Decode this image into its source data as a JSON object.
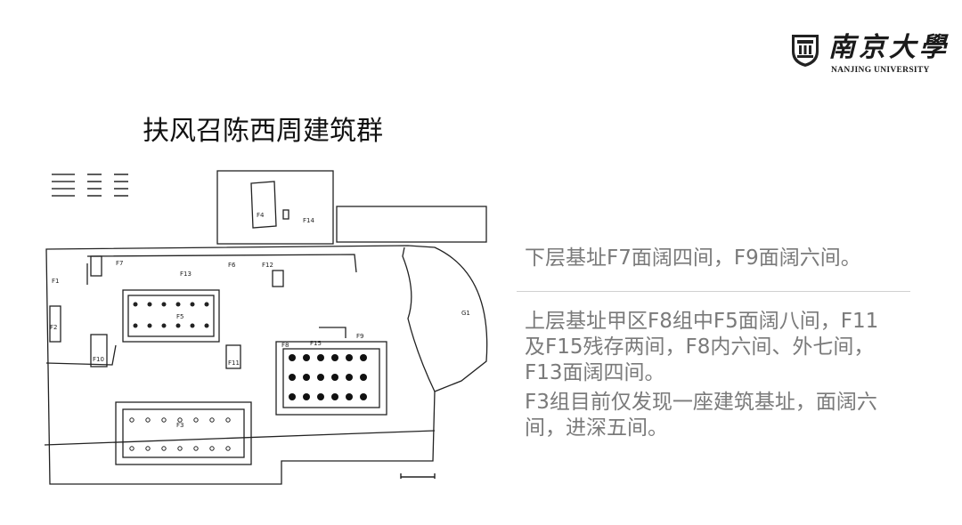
{
  "logo": {
    "name_cn": "南京大學",
    "name_en": "NANJING UNIVERSITY",
    "icon": "university-crest-icon"
  },
  "slide": {
    "title": "扶风召陈西周建筑群",
    "figure": {
      "description_icon": "archaeological-site-plan-figure",
      "labels": [
        "F1",
        "F2",
        "F3",
        "F4",
        "F5",
        "F6",
        "F7",
        "F8",
        "F9",
        "F10",
        "F11",
        "F12",
        "F13",
        "F14",
        "F15",
        "G1"
      ]
    },
    "paragraphs": [
      "下层基址F7面阔四间，F9面阔六间。",
      "上层基址甲区F8组中F5面阔八间，F11及F15残存两间，F8内六间、外七间，F13面阔四间。",
      "F3组目前仅发现一座建筑基址，面阔六间，进深五间。"
    ]
  },
  "colors": {
    "title": "#111111",
    "body_text": "#7a7a7a",
    "divider": "#d0d0d0"
  }
}
